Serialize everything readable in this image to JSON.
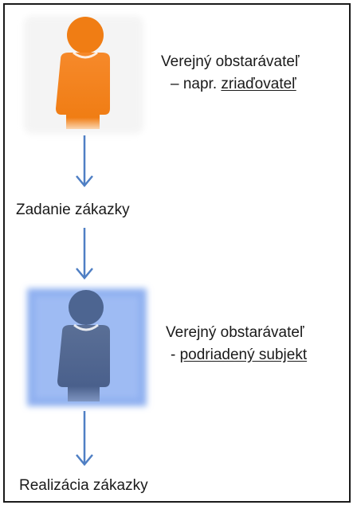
{
  "top_actor": {
    "line1": "Verejný obstarávateľ",
    "line2_prefix": "– napr. ",
    "line2_underlined": "zriaďovateľ",
    "figure_color": "#f07d14",
    "icon": "person-icon"
  },
  "step1": {
    "label": "Zadanie zákazky"
  },
  "bottom_actor": {
    "line1": "Verejný obstarávateľ",
    "line2_prefix": "- ",
    "line2_underlined": "podriadený subjekt",
    "figure_color": "#4d6591",
    "glow_color": "#8fb0f0",
    "icon": "person-icon"
  },
  "step2": {
    "label": "Realizácia zákazky"
  },
  "arrow_color": "#4f7fc4"
}
